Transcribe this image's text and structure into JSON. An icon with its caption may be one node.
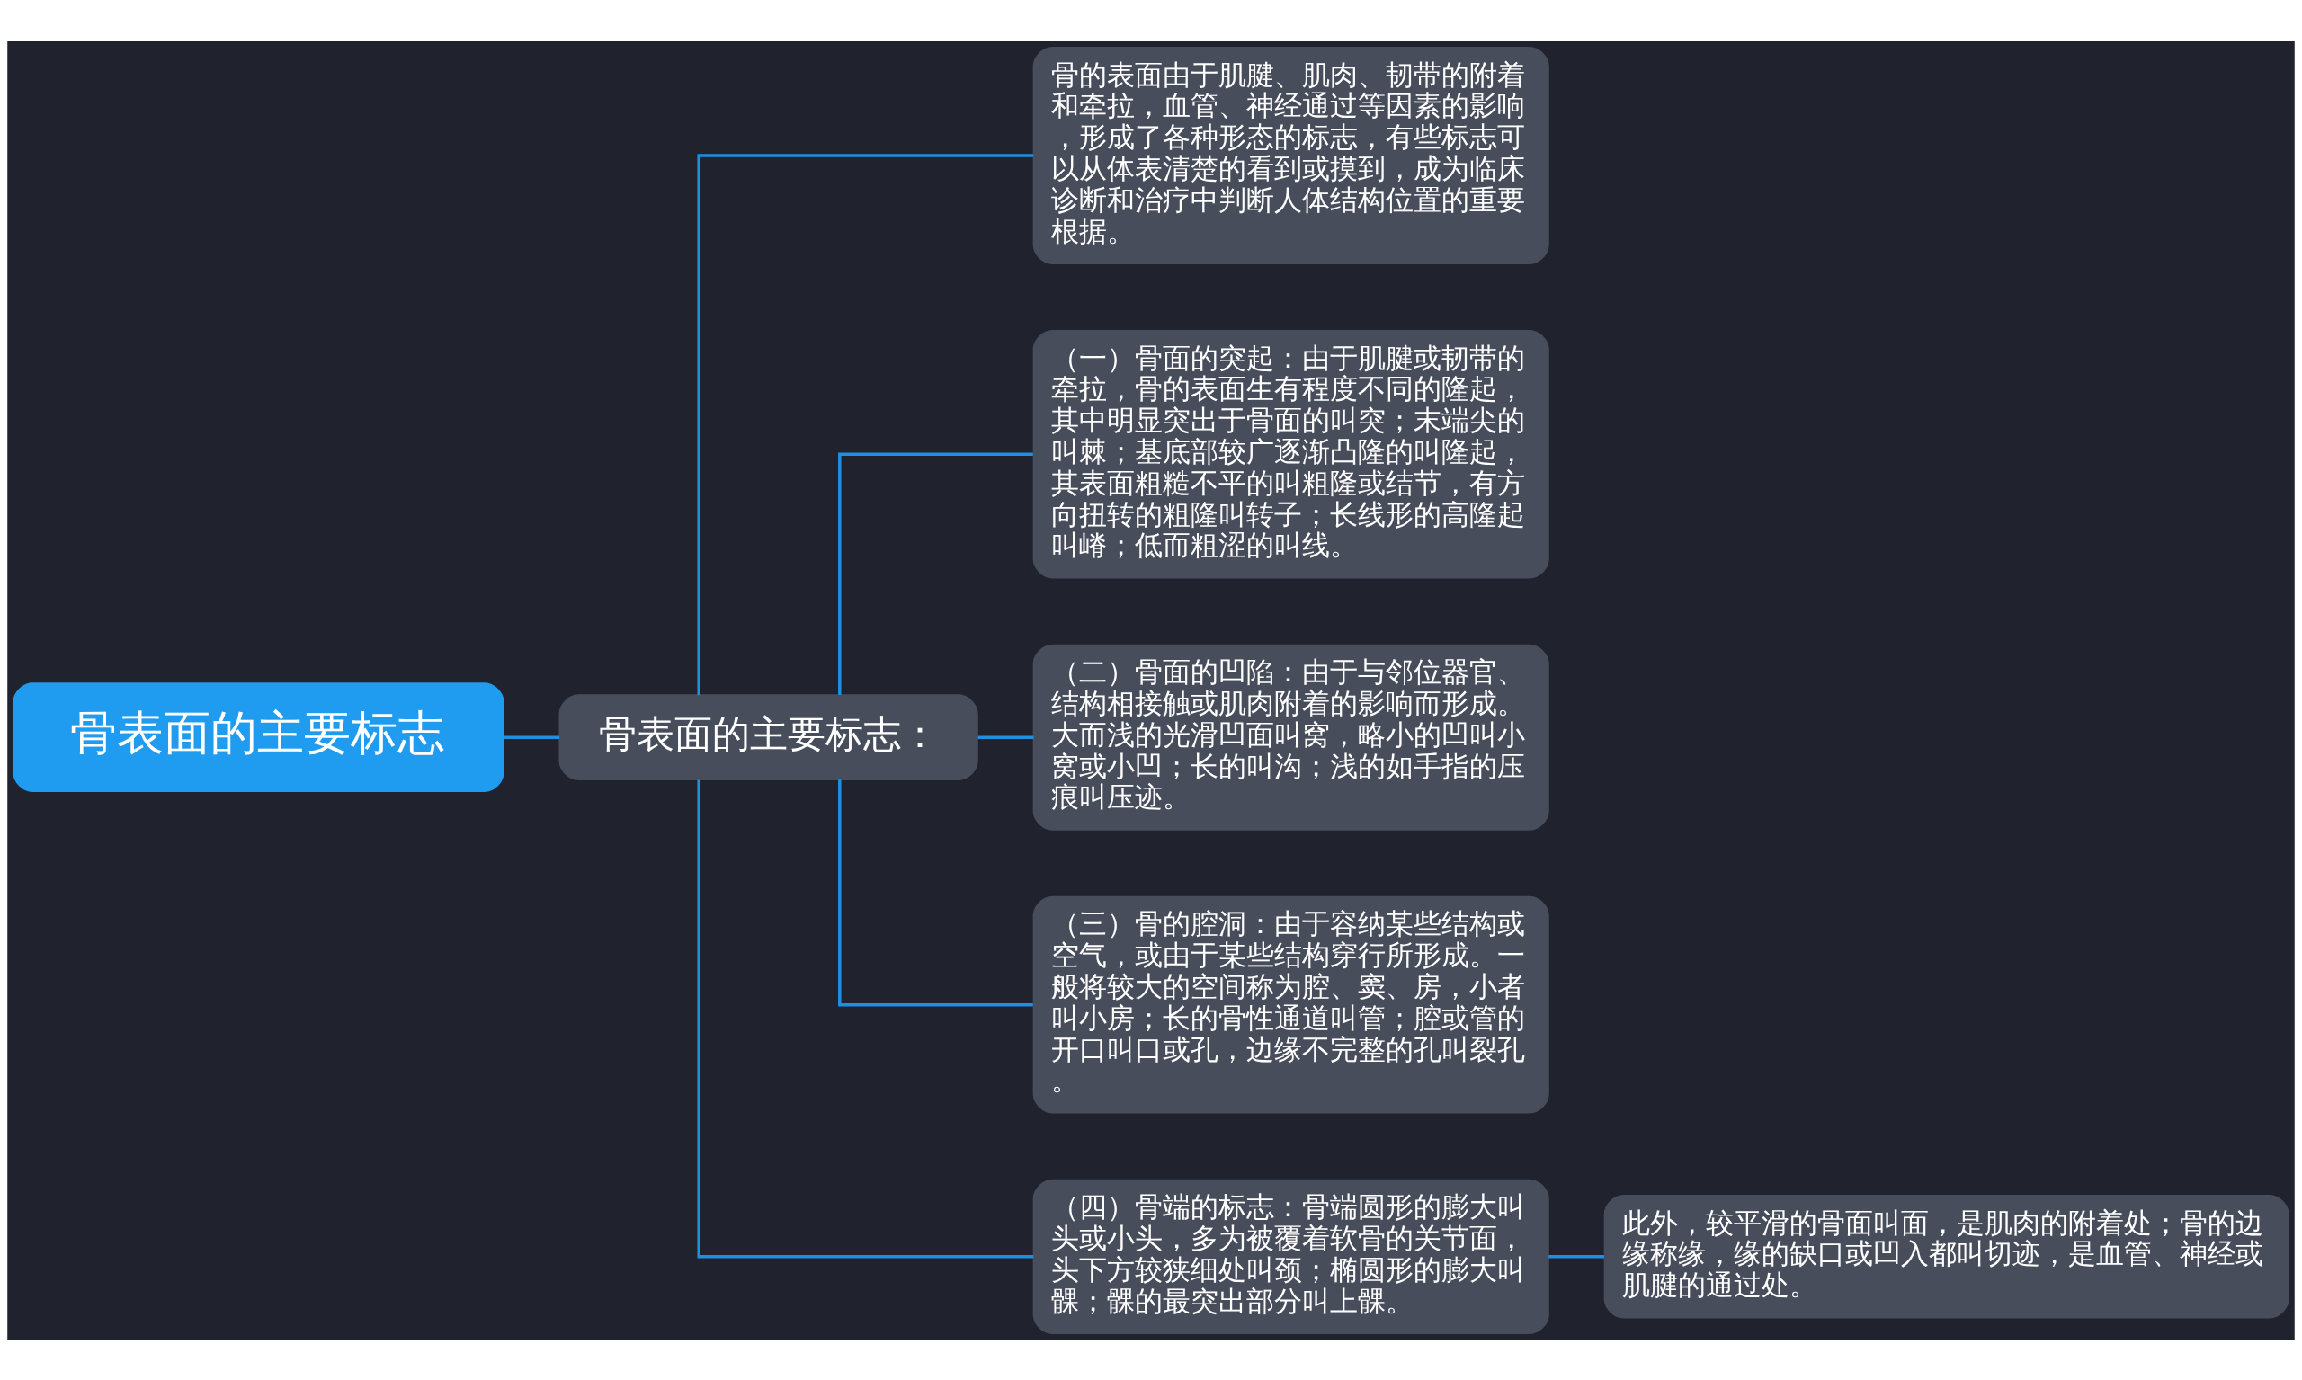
{
  "diagram": {
    "nodes": [
      {
        "text": [
          "骨表面的主要标志"
        ]
      },
      {
        "text": [
          "骨表面的主要标志："
        ]
      },
      {
        "text": [
          "骨的表面由于肌腱、肌肉、韧带的附着和牵拉，血管、神经通过等因素的影响，形成了各种形态的标志，有些标志可以从体表清楚的看到或摸到，成为临床诊断和治疗中判断人体结构位置的重要根据。"
        ]
      },
      {
        "text": [
          "（一）骨面的突起：由于肌腱或韧带的牵拉，骨的表面生有程度不同的隆起，其中明显突出于骨面的叫突；末端尖的叫棘；基底部较广逐渐凸隆的叫隆起，其表面粗糙不平的叫粗隆或结节，有方向扭转的粗隆叫转子；长线形的高隆起叫嵴；低而粗涩的叫线。"
        ]
      },
      {
        "text": [
          "（二）骨面的凹陷：由于与邻位器官、结构相接触或肌肉附着的影响而形成。大而浅的光滑凹面叫窝，略小的凹叫小窝或小凹；长的叫沟；浅的如手指的压痕叫压迹。"
        ]
      },
      {
        "text": [
          "（三）骨的腔洞：由于容纳某些结构或空气，或由于某些结构穿行所形成。一般将较大的空间称为腔、窦、房，小者叫小房；长的骨性通道叫管；腔或管的开口叫口或孔，边缘不完整的孔叫裂孔。"
        ]
      },
      {
        "text": [
          "（四）骨端的标志：骨端圆形的膨大叫头或小头，多为被覆着软骨的关节面，头下方较狭细处叫颈；椭圆形的膨大叫髁；髁的最突出部分叫上髁。"
        ]
      },
      {
        "text": [
          "此外，较平滑的骨面叫面，是肌肉的附着处；骨的边缘称缘，缘的缺口或凹入都叫切迹，是血管、神经或肌腱的通过处。"
        ]
      }
    ],
    "edges": [
      {
        "from": 0,
        "to": 1,
        "arrow": "none"
      },
      {
        "from": 1,
        "to": 2,
        "arrow": "none"
      },
      {
        "from": 1,
        "to": 3,
        "arrow": "none"
      },
      {
        "from": 1,
        "to": 4,
        "arrow": "none"
      },
      {
        "from": 1,
        "to": 5,
        "arrow": "none"
      },
      {
        "from": 1,
        "to": 6,
        "arrow": "none"
      },
      {
        "from": 6,
        "to": 7,
        "arrow": "none"
      }
    ]
  }
}
